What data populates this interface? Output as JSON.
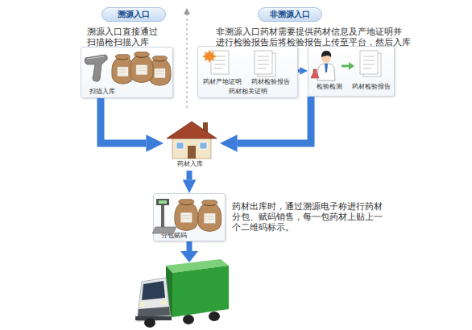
{
  "diagram": {
    "nodes": [
      {
        "text": [
          "溯源入口"
        ]
      },
      {
        "text": [
          "非溯源入口"
        ]
      },
      {
        "text": [
          "扫描入库"
        ]
      },
      {
        "text": [
          "药材产地证明",
          "药材检验报告",
          "药材相关证明"
        ]
      },
      {
        "text": [
          "检验检测",
          "药材检验报告"
        ]
      },
      {
        "text": [
          "药材入库"
        ]
      },
      {
        "text": [
          "分包赋码"
        ]
      }
    ],
    "edges": [
      {
        "from": 2,
        "to": 5,
        "arrow": "to"
      },
      {
        "from": 4,
        "to": 5,
        "arrow": "to"
      },
      {
        "from": 3,
        "to": 4,
        "arrow": "to"
      },
      {
        "from": 5,
        "to": 6,
        "arrow": "to"
      }
    ],
    "labels": [
      "溯源入口直接通过 扫描枪扫描入库",
      "非溯源入口药材需要提供药材信息及产地证明并 进行检验报告后将检验报告上传至平台，然后入库",
      "药材出库时，通过溯源电子称进行药材 分包、赋码销售，每一包药材上贴上一 个二维码标示。"
    ]
  }
}
